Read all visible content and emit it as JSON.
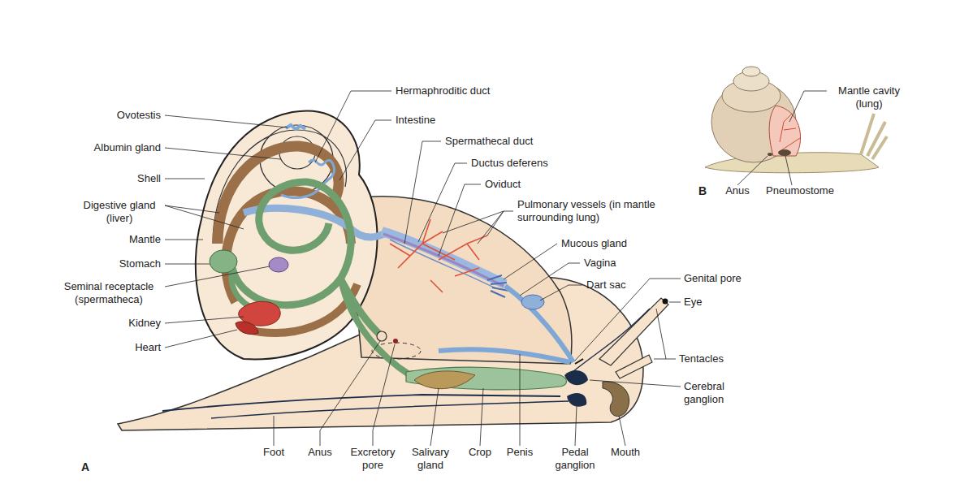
{
  "diagram": {
    "labels": [
      "Ovotestis",
      "Albumin gland",
      "Shell",
      "Digestive gland (liver)",
      "Mantle",
      "Stomach",
      "Seminal receptacle (spermatheca)",
      "Kidney",
      "Heart",
      "Hermaphroditic duct",
      "Intestine",
      "Spermathecal duct",
      "Ductus deferens",
      "Oviduct",
      "Pulmonary vessels (in mantle surrounding lung)",
      "Mucous gland",
      "Vagina",
      "Dart sac",
      "Genital pore",
      "Eye",
      "Tentacles",
      "Cerebral ganglion",
      "Foot",
      "Anus",
      "Excretory pore",
      "Salivary gland",
      "Crop",
      "Penis",
      "Pedal ganglion",
      "Mouth",
      "A",
      "Mantle cavity (lung)",
      "B",
      "Anus",
      "Pneumostome"
    ]
  }
}
